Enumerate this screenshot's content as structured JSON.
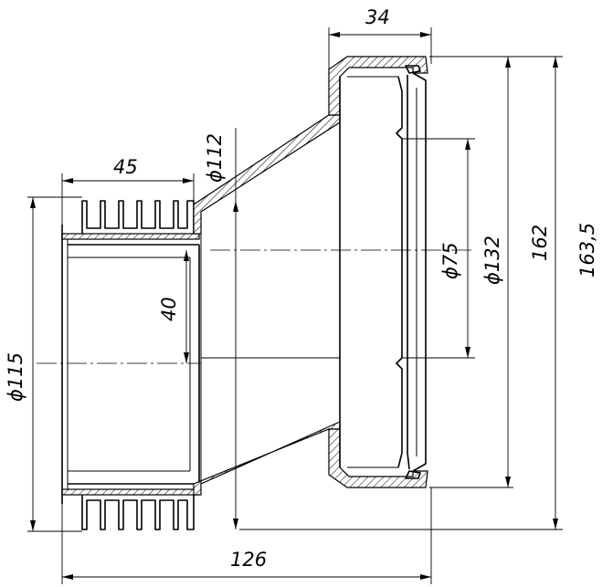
{
  "drawing": {
    "dimensions": {
      "top_width": "34",
      "socket_length": "45",
      "inlet_diameter": "ϕ112",
      "offset": "40",
      "outlet_diameter": "ϕ115",
      "collar_inner": "ϕ75",
      "collar_middle": "ϕ132",
      "height_inner": "162",
      "height_outer": "163,5",
      "total_length": "126"
    }
  }
}
